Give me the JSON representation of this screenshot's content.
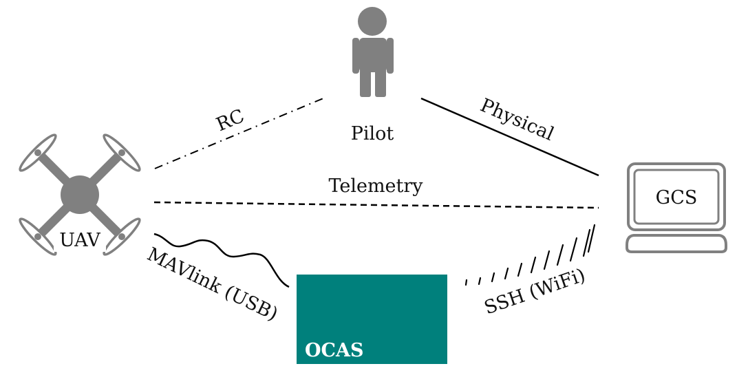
{
  "nodes": {
    "pilot": {
      "label": "Pilot",
      "icon": "person-icon"
    },
    "uav": {
      "label": "UAV",
      "icon": "quadcopter-icon"
    },
    "gcs": {
      "label": "GCS",
      "icon": "laptop-icon"
    },
    "ocas": {
      "label": "OCAS"
    }
  },
  "links": {
    "rc": {
      "label": "RC",
      "style": "dash-dot"
    },
    "physical": {
      "label": "Physical",
      "style": "solid"
    },
    "telemetry": {
      "label": "Telemetry",
      "style": "dashed"
    },
    "mavlink": {
      "label": "MAVlink (USB)",
      "style": "wavy"
    },
    "ssh": {
      "label": "SSH (WiFi)",
      "style": "wireless"
    }
  },
  "colors": {
    "icon_gray": "#808080",
    "ocas_fill": "#00807c",
    "line": "#000000"
  }
}
